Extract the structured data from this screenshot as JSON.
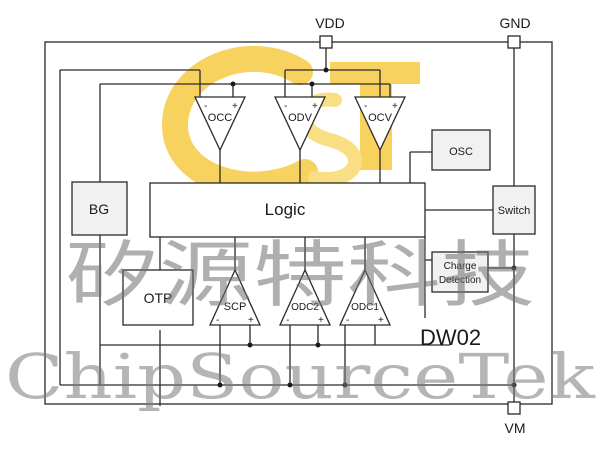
{
  "pins": {
    "vdd": "VDD",
    "gnd": "GND",
    "vm": "VM"
  },
  "comparators_top": [
    "OCC",
    "ODV",
    "OCV"
  ],
  "comparators_bottom": [
    "SCP",
    "ODC2",
    "ODC1"
  ],
  "blocks": {
    "bg": "BG",
    "logic": "Logic",
    "osc": "OSC",
    "switch": "Switch",
    "otp": "OTP",
    "charge_detection_line1": "Charge",
    "charge_detection_line2": "Detection"
  },
  "sign": {
    "minus": "-",
    "plus": "+"
  },
  "part_number": "DW02",
  "watermark": {
    "chinese": "矽源特科技",
    "english": "ChipSourceTek"
  },
  "logo": {
    "letters": "CST",
    "color": "#f5c32a"
  }
}
